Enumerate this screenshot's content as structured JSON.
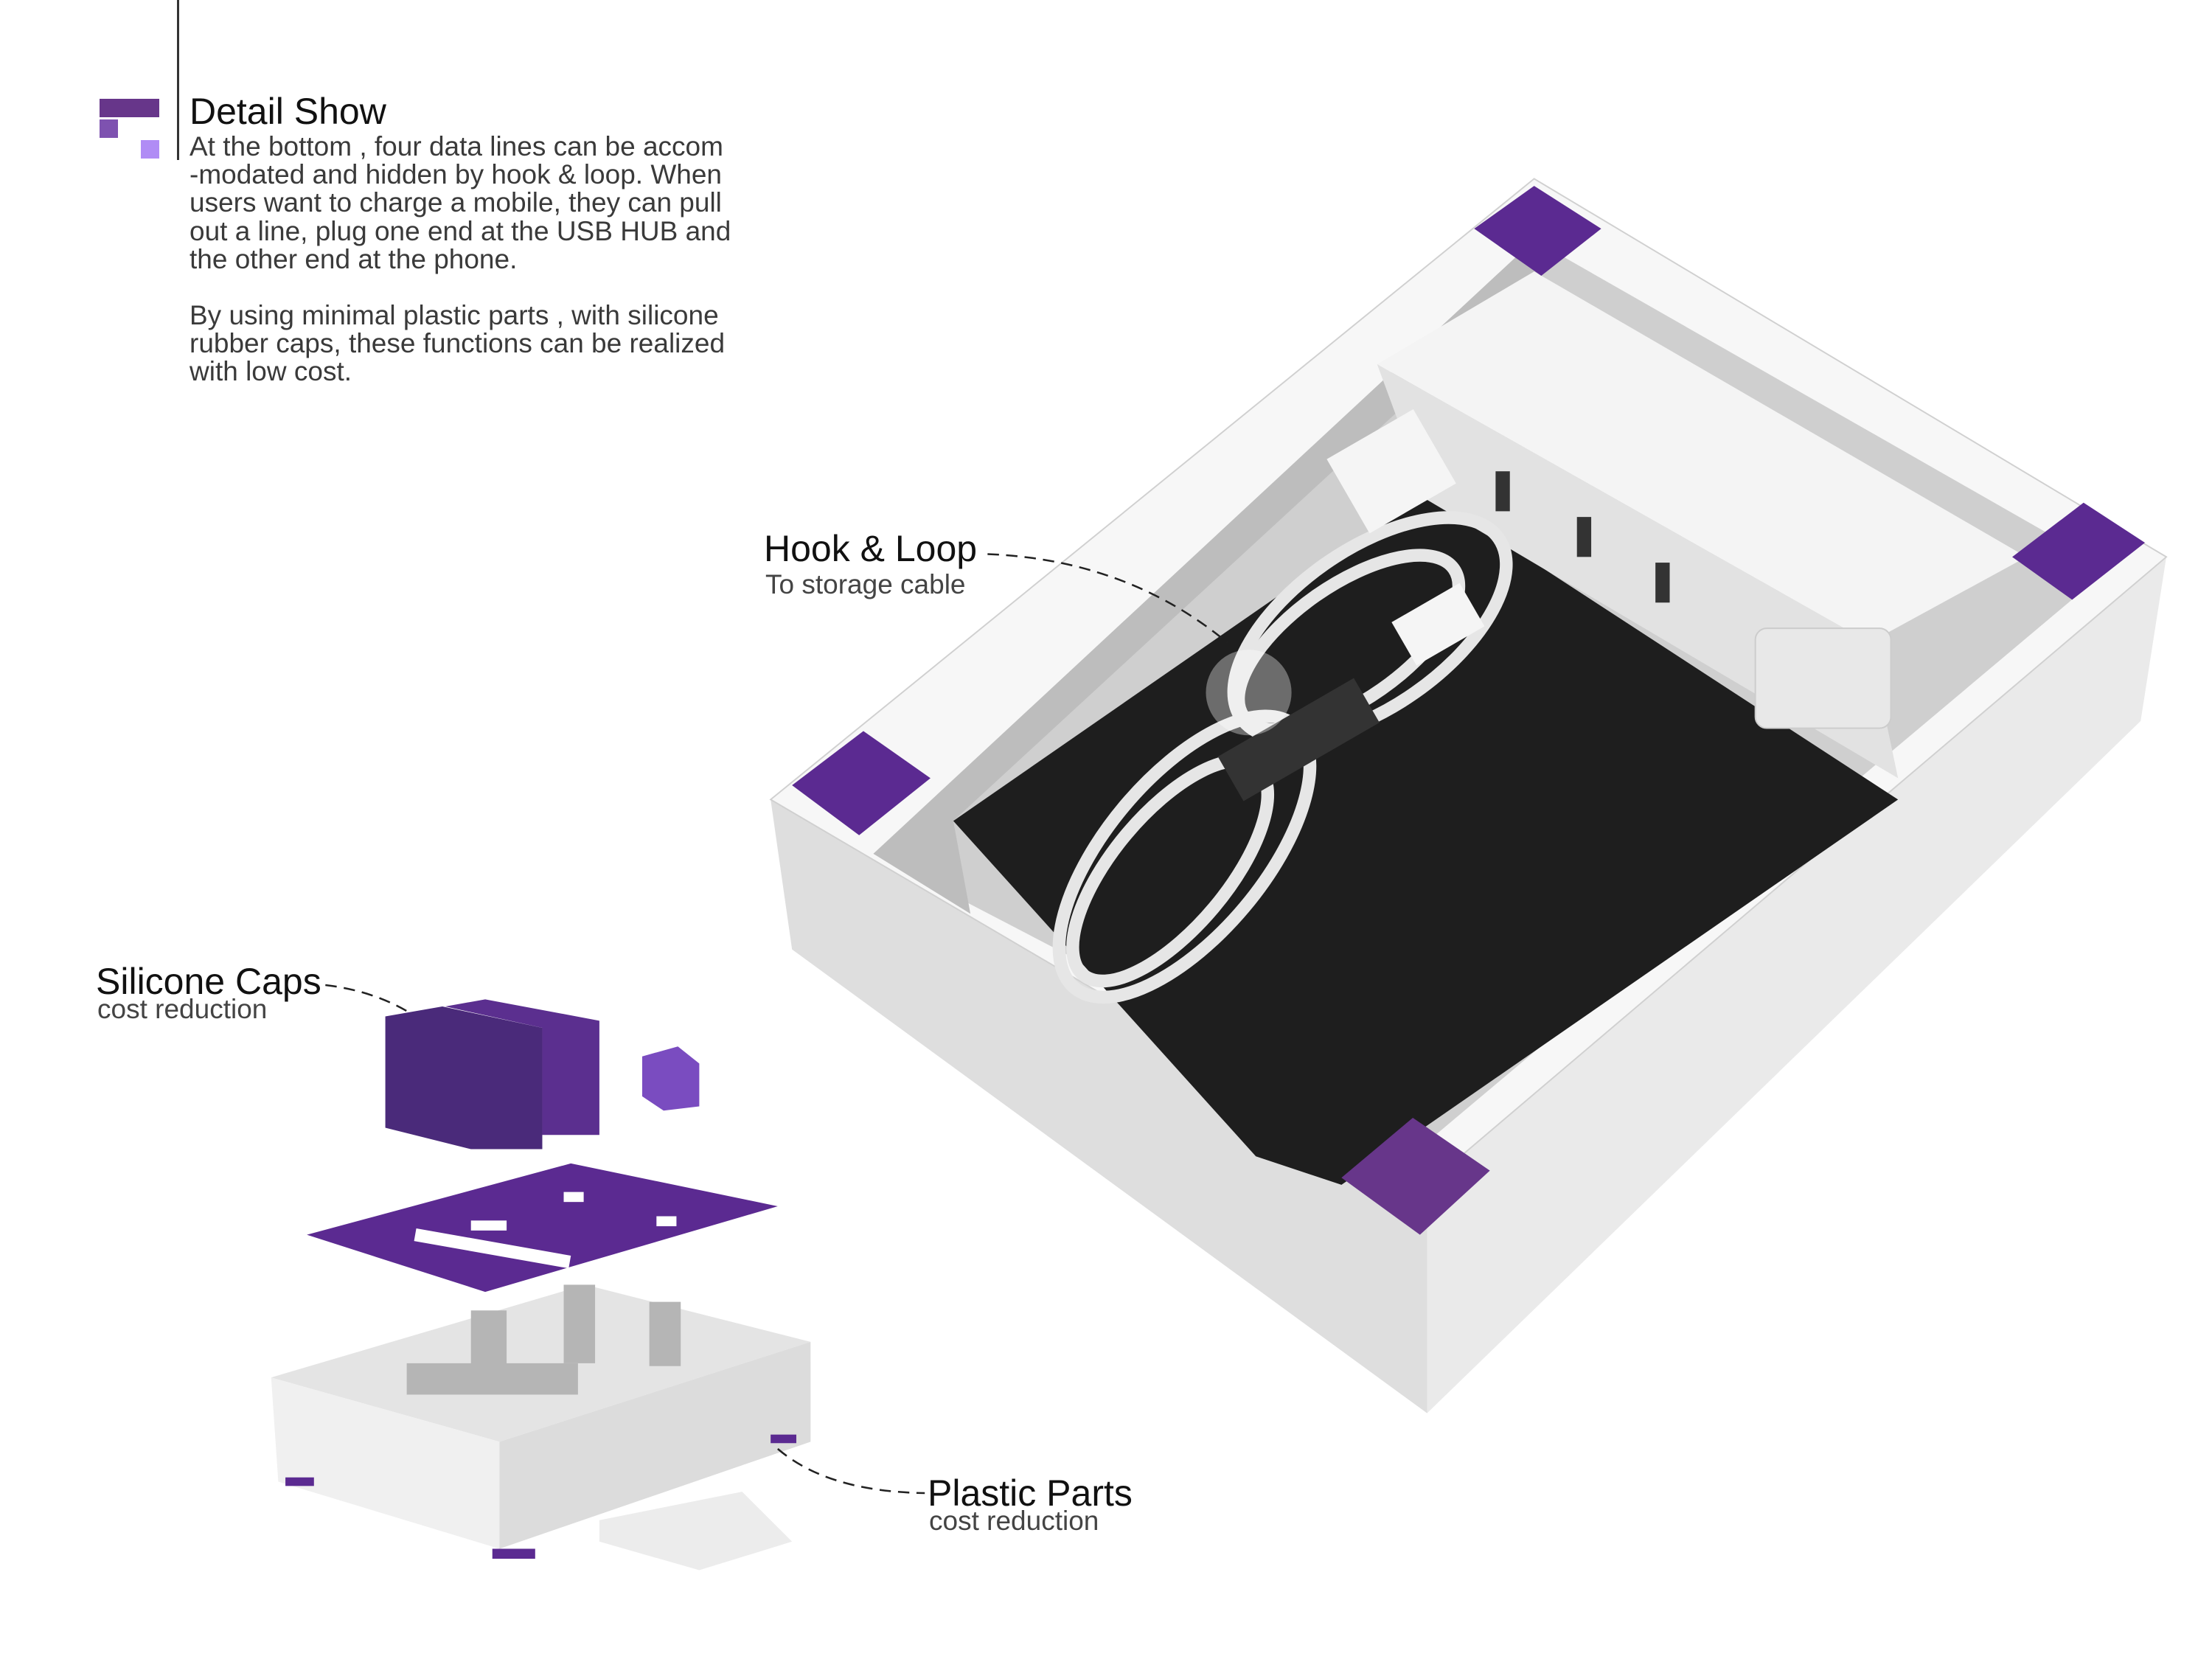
{
  "header": {
    "title": "Detail Show",
    "paragraph1": [
      "At the bottom , four data lines can be accom",
      "-modated and hidden by hook & loop. When",
      "users want to charge a mobile, they can pull",
      "out a line, plug one end at the USB HUB and",
      "the other end at the phone."
    ],
    "paragraph2": [
      "By using minimal plastic parts , with silicone",
      "rubber caps, these functions can be realized",
      "with low cost."
    ]
  },
  "callouts": {
    "hook_loop": {
      "title": "Hook & Loop",
      "subtitle": "To storage cable"
    },
    "silicone_caps": {
      "title": "Silicone Caps",
      "subtitle": "cost reduction"
    },
    "plastic_parts": {
      "title": "Plastic Parts",
      "subtitle": "cost reduction"
    }
  },
  "colors": {
    "purple_dark": "#67368a",
    "purple_mid": "#7e52b0",
    "purple_light": "#b08cf5",
    "cap_purple": "#5b2a91",
    "mat_black": "#1e1e1e",
    "box_white": "#f2f2f2"
  }
}
